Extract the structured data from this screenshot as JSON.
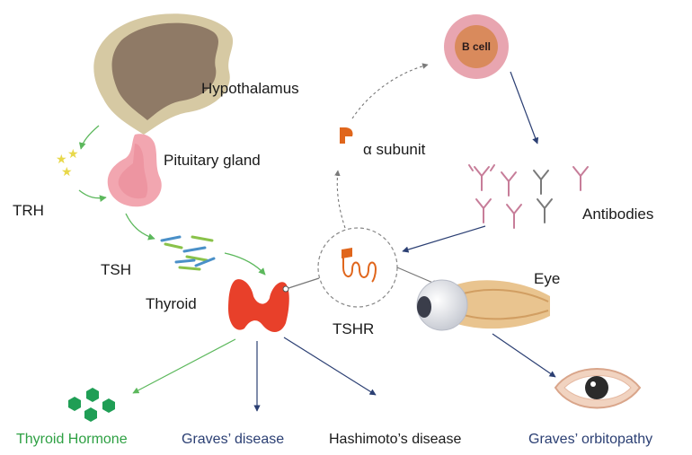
{
  "labels": {
    "hypothalamus": "Hypothalamus",
    "pituitary": "Pituitary gland",
    "trh": "TRH",
    "tsh": "TSH",
    "thyroid": "Thyroid",
    "tshr": "TSHR",
    "alpha_subunit": "α subunit",
    "b_cell": "B cell",
    "antibodies": "Antibodies",
    "eye": "Eye"
  },
  "outcomes": {
    "thyroid_hormone": "Thyroid Hormone",
    "graves_disease": "Graves’ disease",
    "hashimoto": "Hashimoto’s disease",
    "graves_orbitopathy": "Graves’ orbitopathy"
  },
  "colors": {
    "green_arrow": "#5cb85c",
    "blue_arrow": "#2b3f73",
    "thyroid_red": "#e8402a",
    "alpha_orange": "#e0661c",
    "b_cell_pink": "#e8a5b0",
    "b_cell_core": "#d98a5c",
    "hormone_green": "#1f9e55",
    "antibody_pink": "#c77d99",
    "antibody_gray": "#7a7a7a"
  }
}
